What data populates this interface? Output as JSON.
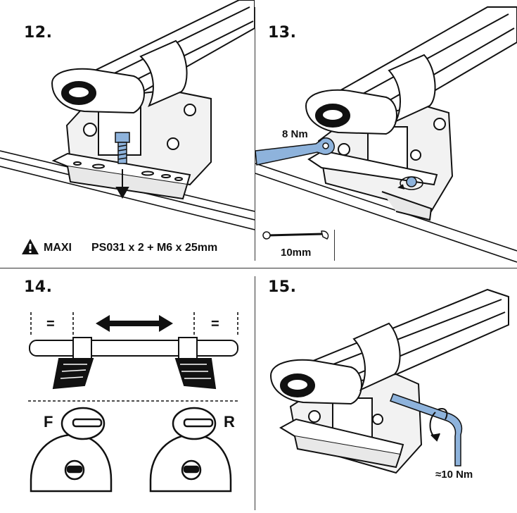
{
  "steps": [
    {
      "number": "12.",
      "note": {
        "brand": "MAXI",
        "parts": "PS031 x 2 + M6 x 25mm"
      }
    },
    {
      "number": "13.",
      "torque": "8 Nm",
      "tool": "10mm"
    },
    {
      "number": "14.",
      "equal_mark": "=",
      "front_label": "F",
      "rear_label": "R"
    },
    {
      "number": "15.",
      "torque": "≈10 Nm"
    }
  ],
  "icons": {
    "warning": "warning-triangle-icon",
    "wrench": "wrench-icon",
    "double_arrow": "double-arrow-icon",
    "rotation": "rotation-arrow-icon",
    "hex_key": "hex-key-icon"
  },
  "colors": {
    "tool_blue": "#8eb3dc",
    "line": "#111111"
  }
}
